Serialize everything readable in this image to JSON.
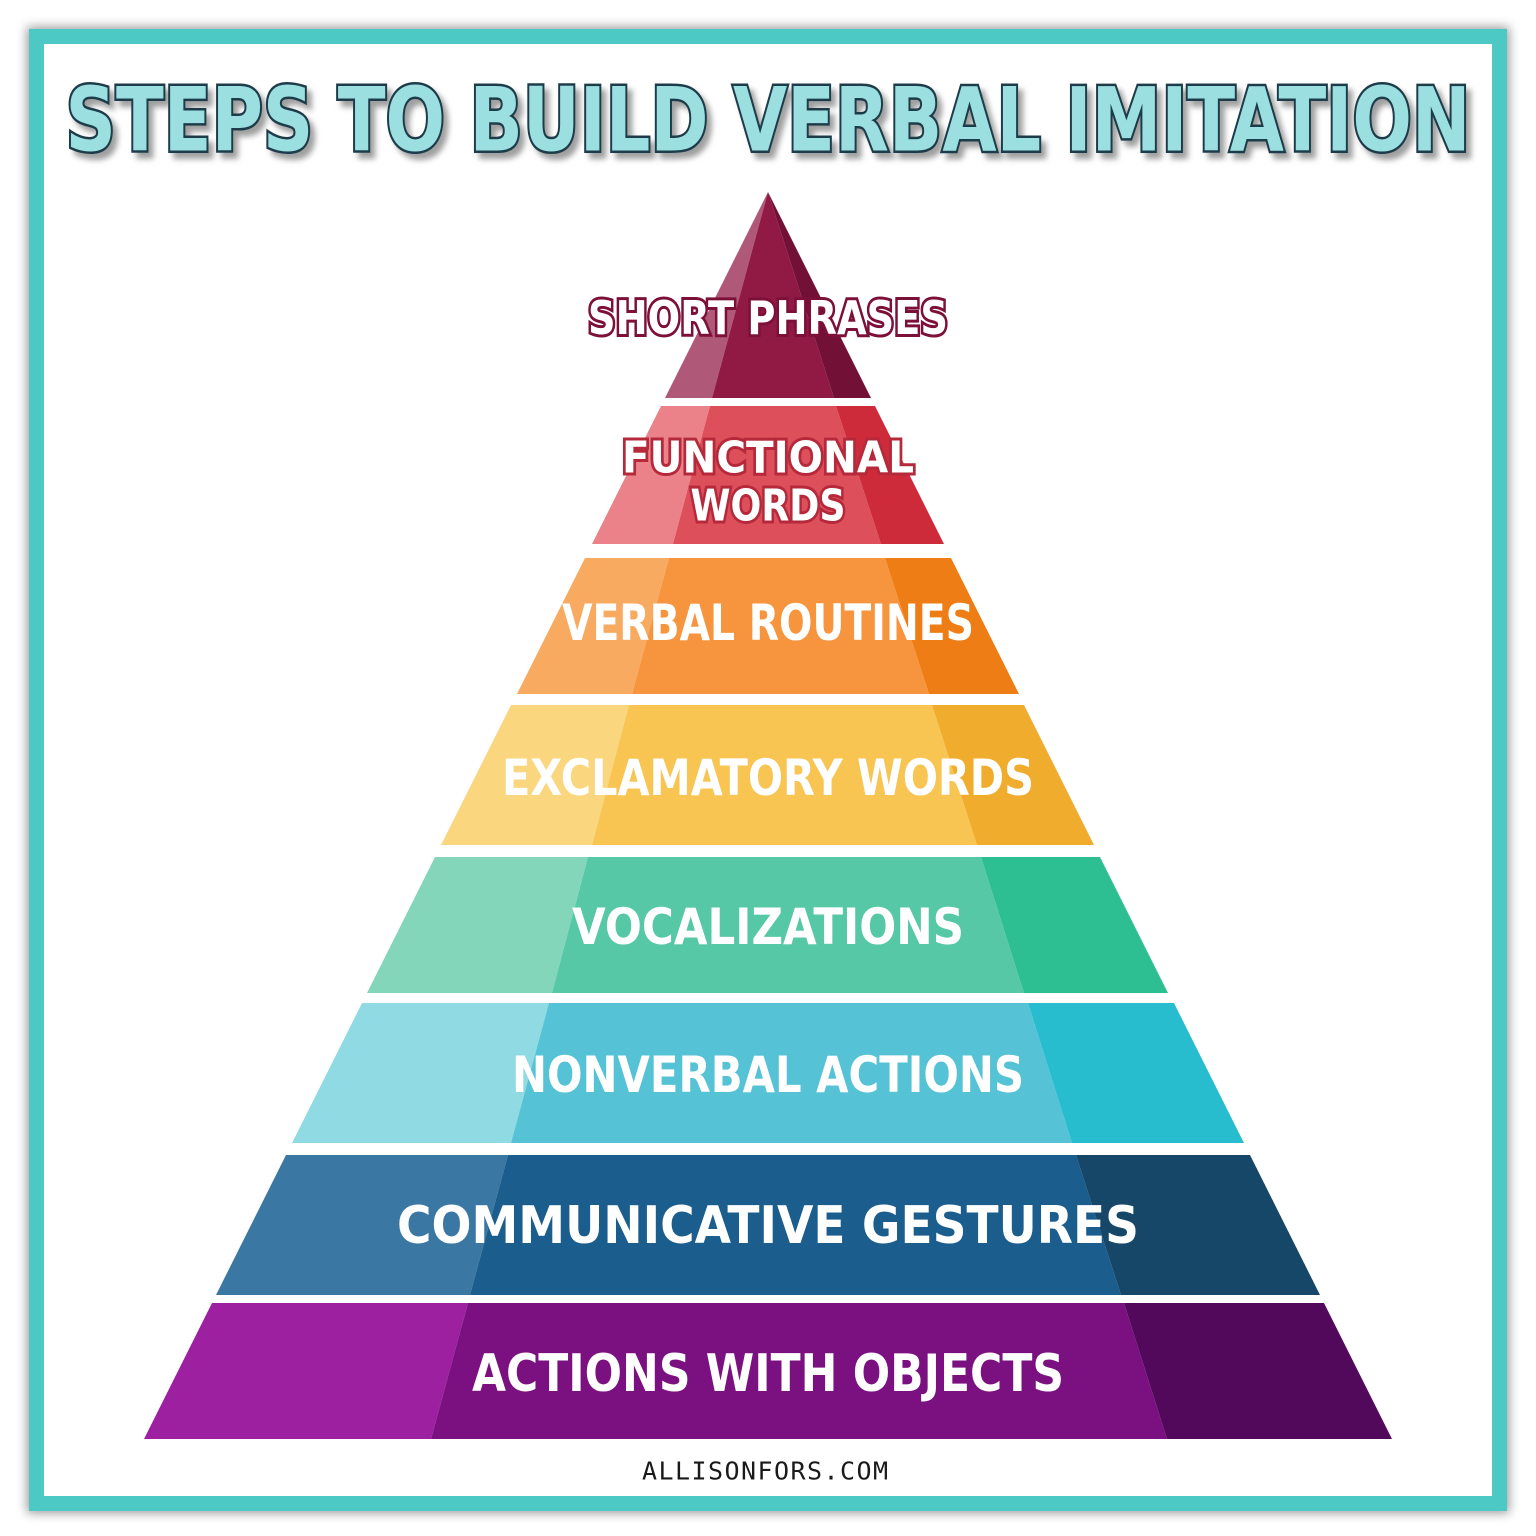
{
  "title": "STEPS TO BUILD VERBAL IMITATION",
  "footer": "ALLISONFORS.COM",
  "theme": {
    "background": "#ffffff",
    "border_color": "#4cc8c5",
    "title_fill": "#9bdfe1",
    "title_outline": "#1d3c49",
    "footer_color": "#1a1a1a"
  },
  "pyramid": {
    "description": "8-level 3D pyramid, bottom = first step, top = last step",
    "levels": [
      {
        "rank": 1,
        "label": "SHORT PHRASES",
        "color": "#911a44",
        "color_light": "#b05878",
        "color_dark": "#731036",
        "text_color": "#ffffff",
        "text_outline": "#7d1038"
      },
      {
        "rank": 2,
        "label": "FUNCTIONAL WORDS",
        "lines": [
          "FUNCTIONAL",
          "WORDS"
        ],
        "color": "#dd4f5a",
        "color_light": "#ec8289",
        "color_dark": "#cd2b3a",
        "text_color": "#ffffff",
        "text_outline": "#b5293b"
      },
      {
        "rank": 3,
        "label": "VERBAL ROUTINES",
        "color": "#f6953e",
        "color_light": "#f9aa61",
        "color_dark": "#ef7d16",
        "text_color": "#ffffff"
      },
      {
        "rank": 4,
        "label": "EXCLAMATORY WORDS",
        "color": "#f8c452",
        "color_light": "#fad67f",
        "color_dark": "#f0ac2d",
        "text_color": "#ffffff"
      },
      {
        "rank": 5,
        "label": "VOCALIZATIONS",
        "color": "#57c8a6",
        "color_light": "#84d6ba",
        "color_dark": "#2dbf92",
        "text_color": "#ffffff"
      },
      {
        "rank": 6,
        "label": "NONVERBAL ACTIONS",
        "color": "#55c3d5",
        "color_light": "#90dae4",
        "color_dark": "#28bccf",
        "text_color": "#ffffff"
      },
      {
        "rank": 7,
        "label": "COMMUNICATIVE GESTURES",
        "color": "#1b5d8c",
        "color_light": "#3a77a2",
        "color_dark": "#164668",
        "text_color": "#ffffff"
      },
      {
        "rank": 8,
        "label": "ACTIONS WITH OBJECTS",
        "color": "#7b1181",
        "color_light": "#9c209f",
        "color_dark": "#53095b",
        "text_color": "#ffffff"
      }
    ]
  }
}
